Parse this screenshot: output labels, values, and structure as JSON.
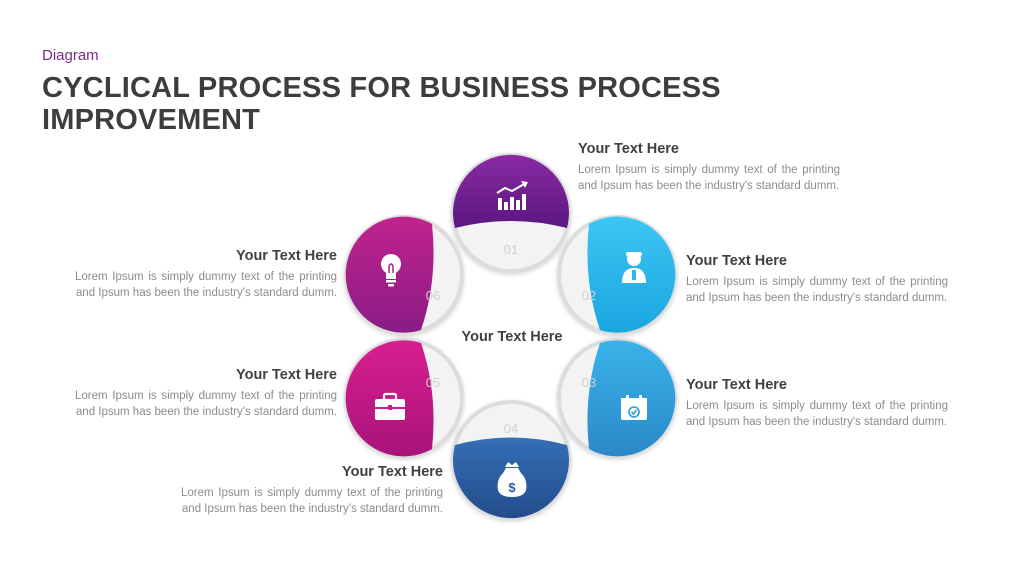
{
  "header": {
    "kicker": "Diagram",
    "title": "CYCLICAL PROCESS FOR BUSINESS PROCESS IMPROVEMENT"
  },
  "center": {
    "label": "Your Text Here"
  },
  "steps": [
    {
      "number": "01",
      "icon": "chart-icon",
      "color": "#6b1d8a",
      "heading": "Your Text Here",
      "body": "Lorem Ipsum is simply dummy text of the printing and Ipsum has been the industry's standard dumm."
    },
    {
      "number": "02",
      "icon": "user-icon",
      "color": "#2bb7ea",
      "heading": "Your Text Here",
      "body": "Lorem Ipsum is simply dummy text of the printing and Ipsum has been the industry's standard dumm."
    },
    {
      "number": "03",
      "icon": "calendar-icon",
      "color": "#2b9fd9",
      "heading": "Your Text Here",
      "body": "Lorem Ipsum is simply dummy text of the printing and Ipsum has been the industry's standard dumm."
    },
    {
      "number": "04",
      "icon": "money-bag-icon",
      "color": "#2a5ea3",
      "heading": "Your Text Here",
      "body": "Lorem Ipsum is simply dummy text of the printing and Ipsum has been the industry's standard dumm."
    },
    {
      "number": "05",
      "icon": "briefcase-icon",
      "color": "#cc1c8c",
      "heading": "Your Text Here",
      "body": "Lorem Ipsum is simply dummy text of the printing and Ipsum has been the industry's standard dumm."
    },
    {
      "number": "06",
      "icon": "lightbulb-icon",
      "color": "#a8208a",
      "heading": "Your Text Here",
      "body": "Lorem Ipsum is simply dummy text of the printing and Ipsum has been the industry's standard dumm."
    }
  ]
}
